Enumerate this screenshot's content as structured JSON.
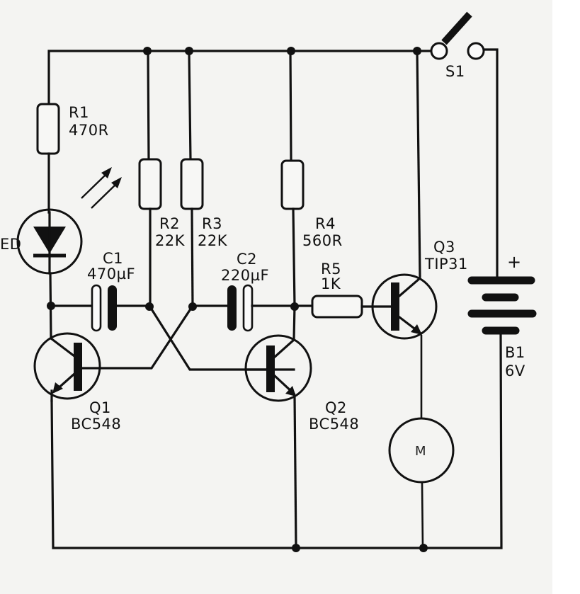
{
  "diagram": {
    "type": "electronic-schematic",
    "title": "LED flasher / astable multivibrator driving motor",
    "colors": {
      "ink": "#111111",
      "paper": "#f4f4f2"
    }
  },
  "components": {
    "R1": {
      "ref": "R1",
      "value": "470R"
    },
    "R2": {
      "ref": "R2",
      "value": "22K"
    },
    "R3": {
      "ref": "R3",
      "value": "22K"
    },
    "R4": {
      "ref": "R4",
      "value": "560R"
    },
    "R5": {
      "ref": "R5",
      "value": "1K"
    },
    "C1": {
      "ref": "C1",
      "value": "470µF"
    },
    "C2": {
      "ref": "C2",
      "value": "220µF"
    },
    "Q1": {
      "ref": "Q1",
      "value": "BC548"
    },
    "Q2": {
      "ref": "Q2",
      "value": "BC548"
    },
    "Q3": {
      "ref": "Q3",
      "value": "TIP31"
    },
    "S1": {
      "ref": "S1"
    },
    "B1": {
      "ref": "B1",
      "value": "6V",
      "polarity": "+"
    },
    "LED": {
      "ref_partial": "ED"
    },
    "M": {
      "ref": "M"
    }
  }
}
